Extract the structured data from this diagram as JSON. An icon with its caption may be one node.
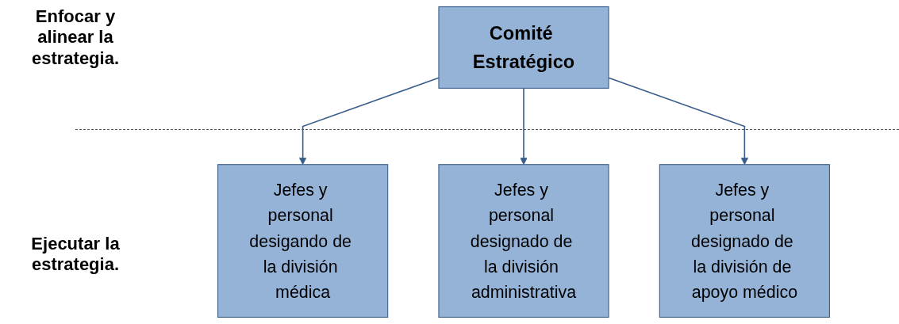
{
  "diagram": {
    "nodes": [
      {
        "text": [
          "Comité Estratégico"
        ]
      },
      {
        "text": [
          "Jefes y personal desigando de la división médica"
        ]
      },
      {
        "text": [
          "Jefes y personal designado de la división administrativa"
        ]
      },
      {
        "text": [
          "Jefes y personal designado de la división de apoyo médico"
        ]
      }
    ],
    "edges": [
      {
        "from": 0,
        "to": 1,
        "arrow": "to"
      },
      {
        "from": 0,
        "to": 2,
        "arrow": "to"
      },
      {
        "from": 0,
        "to": 3,
        "arrow": "to"
      }
    ],
    "labels": [
      "Enfocar y alinear la estrategia.",
      "Ejecutar la estrategia."
    ]
  }
}
